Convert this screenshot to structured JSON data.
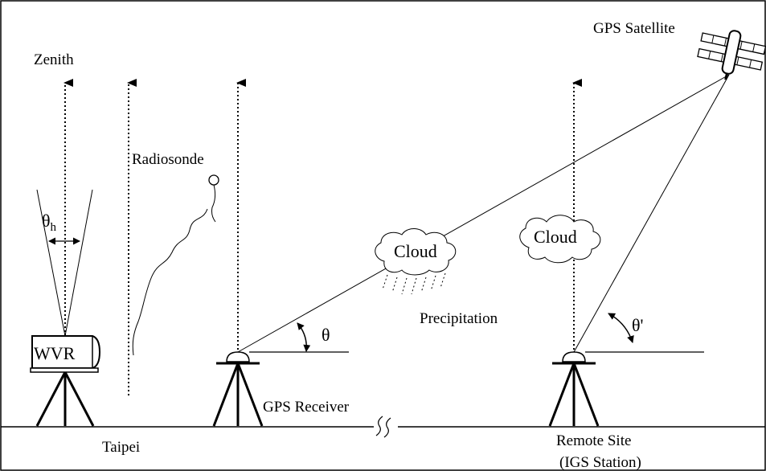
{
  "labels": {
    "zenith": "Zenith",
    "radiosonde": "Radiosonde",
    "theta_h": "θ",
    "theta_h_sub": "h",
    "wvr": "WVR",
    "cloud_left": "Cloud",
    "cloud_right": "Cloud",
    "precipitation": "Precipitation",
    "theta": "θ",
    "theta_prime": "θ'",
    "gps_satellite": "GPS Satellite",
    "gps_receiver": "GPS Receiver",
    "taipei": "Taipei",
    "remote_site": "Remote Site",
    "igs_station": "(IGS Station)"
  }
}
